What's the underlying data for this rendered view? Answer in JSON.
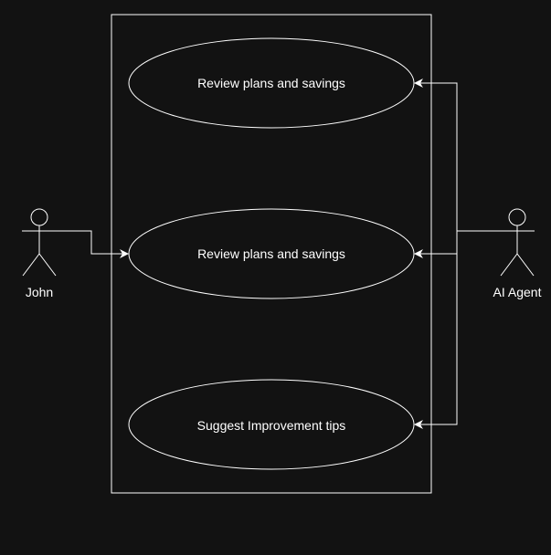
{
  "actors": {
    "left": {
      "name": "John"
    },
    "right": {
      "name": "AI Agent"
    }
  },
  "use_cases": [
    {
      "label": "Review plans and savings"
    },
    {
      "label": "Review plans and savings"
    },
    {
      "label": "Suggest Improvement tips"
    }
  ],
  "colors": {
    "background": "#121212",
    "stroke": "#ffffff",
    "text": "#ffffff"
  }
}
